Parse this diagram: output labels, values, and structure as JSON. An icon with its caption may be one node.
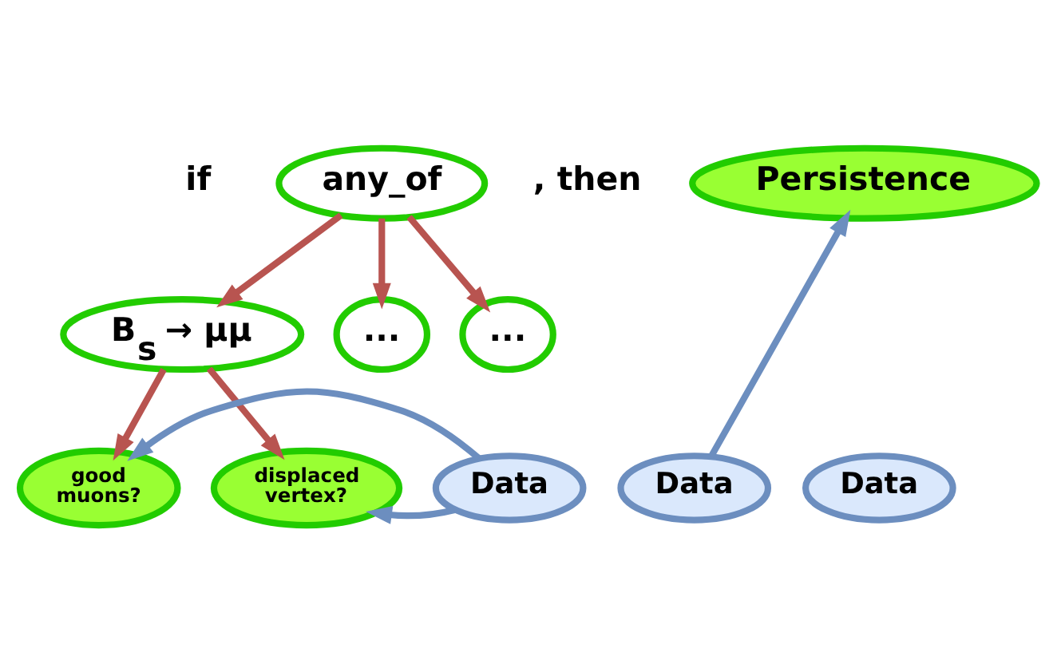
{
  "diagram": {
    "nodes": [
      {
        "text": [
          "any_of"
        ]
      },
      {
        "text": [
          "Persistence"
        ]
      },
      {
        "text": [
          "B$_{s}$ → μμ"
        ]
      },
      {
        "text": [
          "..."
        ]
      },
      {
        "text": [
          "..."
        ]
      },
      {
        "text": [
          "good muons?"
        ]
      },
      {
        "text": [
          "displaced vertex?"
        ]
      },
      {
        "text": [
          "Data"
        ]
      },
      {
        "text": [
          "Data"
        ]
      },
      {
        "text": [
          "Data"
        ]
      }
    ],
    "edges": [
      {
        "from": 0,
        "to": 2,
        "arrow": "to"
      },
      {
        "from": 0,
        "to": 3,
        "arrow": "to"
      },
      {
        "from": 0,
        "to": 4,
        "arrow": "to"
      },
      {
        "from": 2,
        "to": 5,
        "arrow": "to"
      },
      {
        "from": 2,
        "to": 6,
        "arrow": "to"
      },
      {
        "from": 7,
        "to": 6,
        "arrow": "to",
        "color": "#6c8ebf"
      },
      {
        "from": 7,
        "to": 5,
        "arrow": "to",
        "color": "#6c8ebf"
      },
      {
        "from": 8,
        "to": 1,
        "arrow": "to",
        "color": "#6c8ebf"
      }
    ],
    "labels": [
      "if",
      ", then"
    ]
  }
}
